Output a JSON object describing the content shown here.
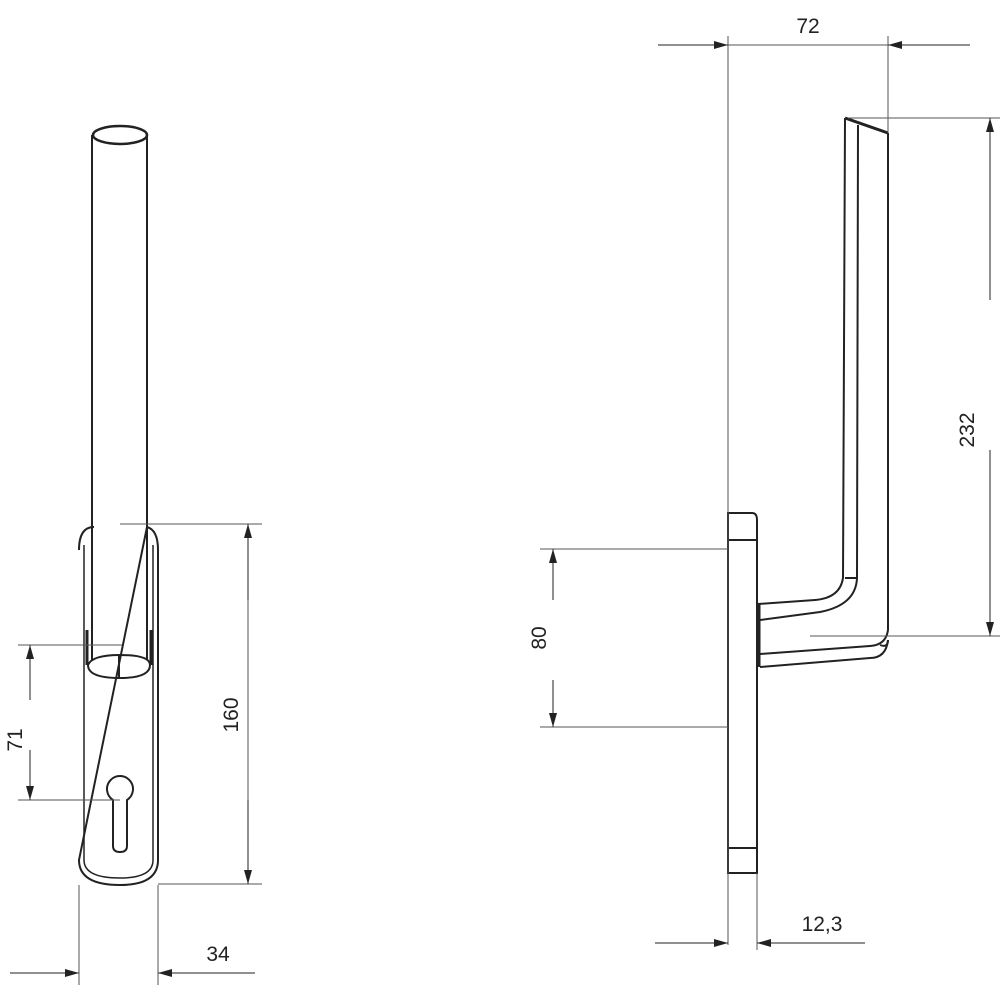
{
  "dimensions": {
    "width_front": "34",
    "plate_height": "160",
    "keyhole_offset": "71",
    "projection": "72",
    "handle_length": "232",
    "spindle_offset": "80",
    "plate_thickness": "12,3"
  },
  "colors": {
    "line": "#222222",
    "dim_line": "#555555"
  }
}
